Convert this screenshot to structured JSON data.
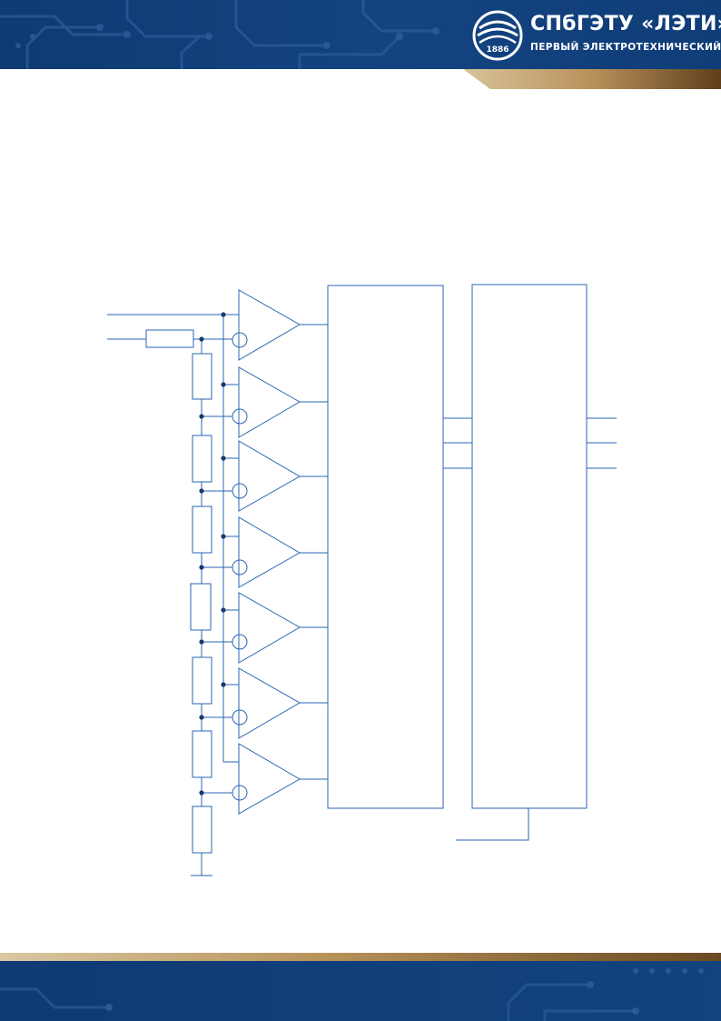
{
  "header": {
    "university_name": "СПбГЭТУ «ЛЭТИ»",
    "university_subtitle": "ПЕРВЫЙ ЭЛЕКТРОТЕХНИЧЕСКИЙ",
    "logo_year": "1886",
    "logo_icon": "leti-emblem-icon"
  },
  "colors": {
    "header_navy": "#123f78",
    "header_navy_dark": "#0c2f5c",
    "gold": "#b8925a",
    "gold_dark": "#6a4a22",
    "circuit_blue": "#2a66b3",
    "node_navy": "#153a6b"
  },
  "diagram": {
    "comparator_count": 7,
    "resistor_count": 8
  }
}
